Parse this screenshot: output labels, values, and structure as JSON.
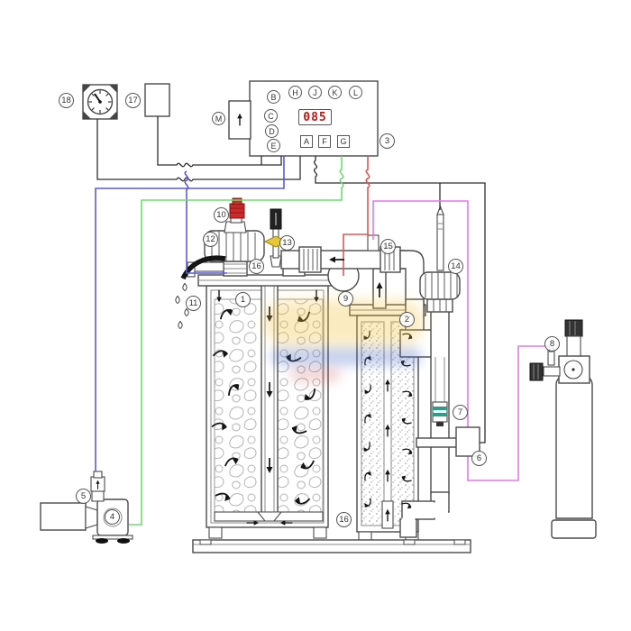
{
  "callouts": [
    "1",
    "2",
    "3",
    "4",
    "5",
    "6",
    "7",
    "8",
    "9",
    "10",
    "11",
    "12",
    "13",
    "14",
    "15",
    "16",
    "16",
    "17",
    "18"
  ],
  "panel": {
    "display_value": "085",
    "circle_buttons": [
      "B",
      "C",
      "D",
      "E",
      "H",
      "J",
      "K",
      "L"
    ],
    "square_buttons": [
      "A",
      "F",
      "G"
    ],
    "side_module_label": "M"
  },
  "colors": {
    "wire_blue": "#5b5bd6",
    "wire_green": "#6fdc6f",
    "wire_red": "#e25555",
    "co2_tube_pink": "#e279e2",
    "valve_red": "#cc2b2b",
    "display_red": "#cc1111",
    "injector_yellow": "#e8c832",
    "float_teal": "#2e9c86"
  }
}
